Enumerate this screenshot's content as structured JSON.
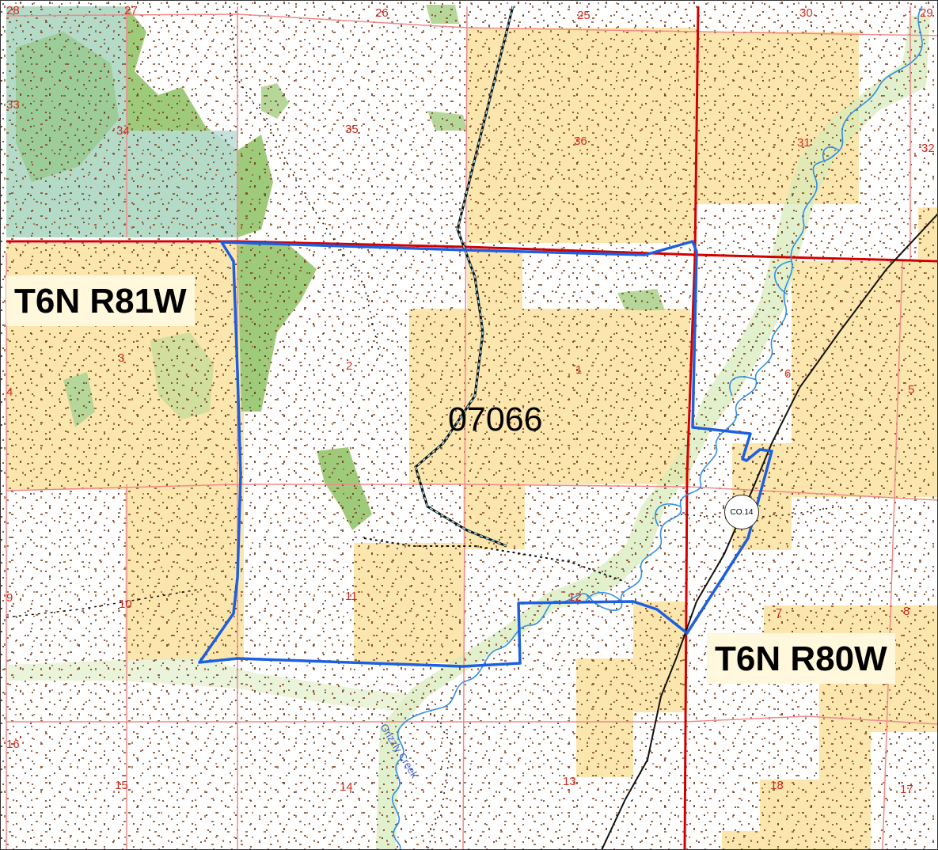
{
  "map": {
    "sections": [
      "28",
      "27",
      "26",
      "25",
      "30",
      "29",
      "33",
      "34",
      "35",
      "36",
      "31",
      "32",
      "4",
      "3",
      "2",
      "1",
      "6",
      "5",
      "9",
      "10",
      "11",
      "12",
      "7",
      "8",
      "16",
      "15",
      "14",
      "13",
      "18",
      "17"
    ],
    "township_labels": [
      "T6N R81W",
      "T6N R80W"
    ],
    "parcel_id": "07066",
    "route_shield": "CO.14",
    "creek_name": "Grizzly Creek",
    "colors": {
      "section_line": "#f08a8a",
      "township_line": "#d40000",
      "parcel_boundary": "#1c5fe0",
      "state_land": "#fbe6ad",
      "forest": "#9dcb7a",
      "forest_overlay": "#b8ddd6",
      "stream": "#2f8ee8",
      "road": "#111111",
      "section_number": "#d42a1e"
    }
  }
}
